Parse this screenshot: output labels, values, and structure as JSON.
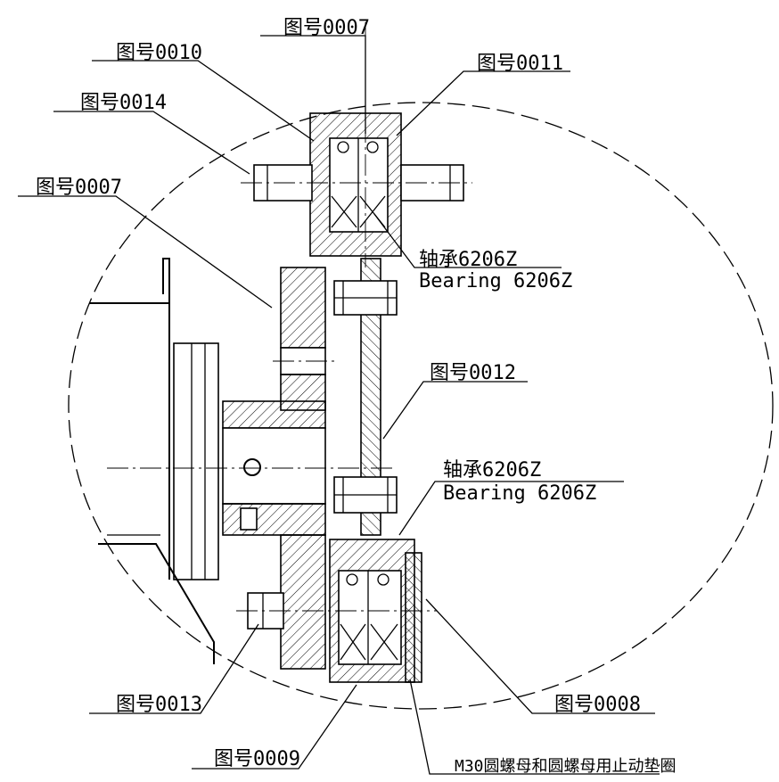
{
  "labels": {
    "p0007_top": "图号0007",
    "p0010": "图号0010",
    "p0011": "图号0011",
    "p0014": "图号0014",
    "p0007_left": "图号0007",
    "bearing_top_cn": "轴承6206Z",
    "bearing_top_en": "Bearing 6206Z",
    "p0012": "图号0012",
    "bearing_bot_cn": "轴承6206Z",
    "bearing_bot_en": "Bearing 6206Z",
    "p0013": "图号0013",
    "p0008": "图号0008",
    "p0009": "图号0009",
    "m30": "M30圆螺母和圆螺母用止动垫圈"
  }
}
